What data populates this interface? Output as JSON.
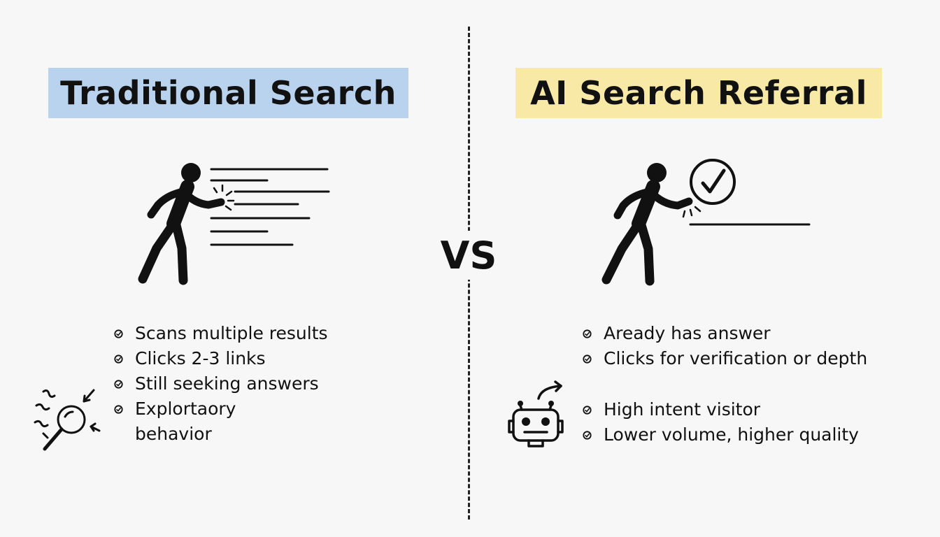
{
  "divider_label": "VS",
  "traditional": {
    "title": "Traditional Search",
    "items": [
      "Scans multiple results",
      "Clicks 2-3 links",
      "Still seeking answers",
      "Explortaory",
      "behavior"
    ]
  },
  "ai": {
    "title": "AI Search Referral",
    "items_top": [
      "Aready has answer",
      "Clicks for verification or depth"
    ],
    "items_bottom": [
      "High intent visitor",
      "Lower volume, higher quality"
    ]
  },
  "colors": {
    "left_title_bg": "#b9d3ef",
    "right_title_bg": "#f8e9a6",
    "ink": "#111111"
  },
  "icons": [
    "person-pointing-icon",
    "search-results-lines",
    "magnifier-icon",
    "check-circle-icon",
    "robot-icon",
    "arrow-icon",
    "check-bullet-icon"
  ]
}
